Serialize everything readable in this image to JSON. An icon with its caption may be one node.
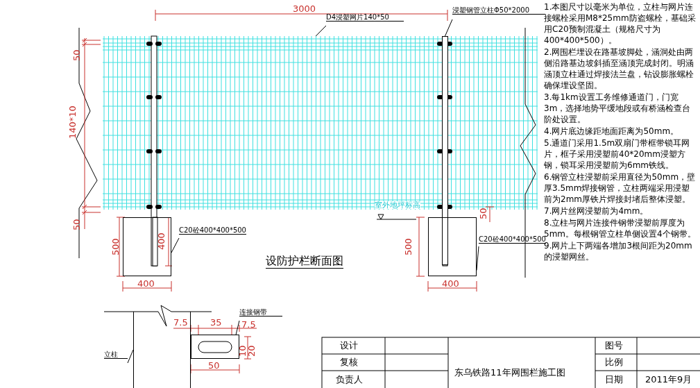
{
  "diagram": {
    "nodes": [
      {
        "text": [
          "D4浸塑网片140*50"
        ]
      },
      {
        "text": [],
        "shape": "picture"
      },
      {
        "text": [
          "浸塑钢管立柱Φ50*2000"
        ]
      },
      {
        "text": [],
        "shape": "bar"
      },
      {
        "text": [
          "C20砼400*400*500"
        ]
      },
      {
        "text": [],
        "shape": "box"
      },
      {
        "text": [
          "C20砼400*400*500"
        ]
      },
      {
        "text": [],
        "shape": "box"
      },
      {
        "text": [
          "连接钢带"
        ]
      },
      {
        "text": [],
        "shape": "box"
      },
      {
        "text": [
          "立柱"
        ]
      },
      {
        "text": [],
        "shape": "bar"
      }
    ],
    "edges": [
      {
        "from": 0,
        "to": 1,
        "arrow": "none"
      },
      {
        "from": 2,
        "to": 3,
        "arrow": "none"
      },
      {
        "from": 4,
        "to": 5,
        "arrow": "none"
      },
      {
        "from": 6,
        "to": 7,
        "arrow": "none"
      },
      {
        "from": 8,
        "to": 9,
        "arrow": "none"
      },
      {
        "from": 10,
        "to": 11,
        "arrow": "none"
      }
    ],
    "labels": [
      "3000",
      "50",
      "140*10",
      "50",
      "500",
      "400",
      "400",
      "室外地坪标高",
      "50",
      "500",
      "400",
      "设防护栏断面图",
      "7.5",
      "35",
      "7.5",
      "10",
      "20",
      "50",
      "1.本图尺寸以毫米为单位，立柱与网片连接螺栓采用M8*25mm防盗螺栓，基础采用C20预制混凝土（规格尺寸为400*400*500）。",
      "2.网围栏埋设在路基坡脚处，涵洞处由两侧沿路基边坡斜插至涵顶完成封闭。明涵涵顶立柱通过焊接法兰盘，钻设膨胀螺栓确保埋设坚固。",
      "3.每1km设置工务维修通道门，门宽3m，选择地势平缓地段或有桥涵检查台阶处设置。",
      "4.网片底边缘距地面距离为50mm。",
      "5.通道门采用1.5m双扇门带框带锁耳网片，框子采用浸塑前40*20mm浸塑方钢，锁耳采用浸塑前为6mm铁线。",
      "6.钢管立柱浸塑前采用直径为50mm，壁厚3.5mm焊接钢管，立柱两端采用浸塑前为2mm厚铁片焊接封堵后整体浸塑。",
      "7.网片丝网浸塑前为4mm。",
      "8.立柱与网片连接件钢带浸塑前厚度为5mm。每根钢管立柱单侧设置4个钢带。",
      "9.网片上下两端各增加3根间距为20mm的浸塑网丝。",
      "设计",
      "东乌铁路11年网围栏施工图",
      "图号",
      "复核",
      "比例",
      "负责人",
      "日期",
      "2011年9月"
    ]
  }
}
